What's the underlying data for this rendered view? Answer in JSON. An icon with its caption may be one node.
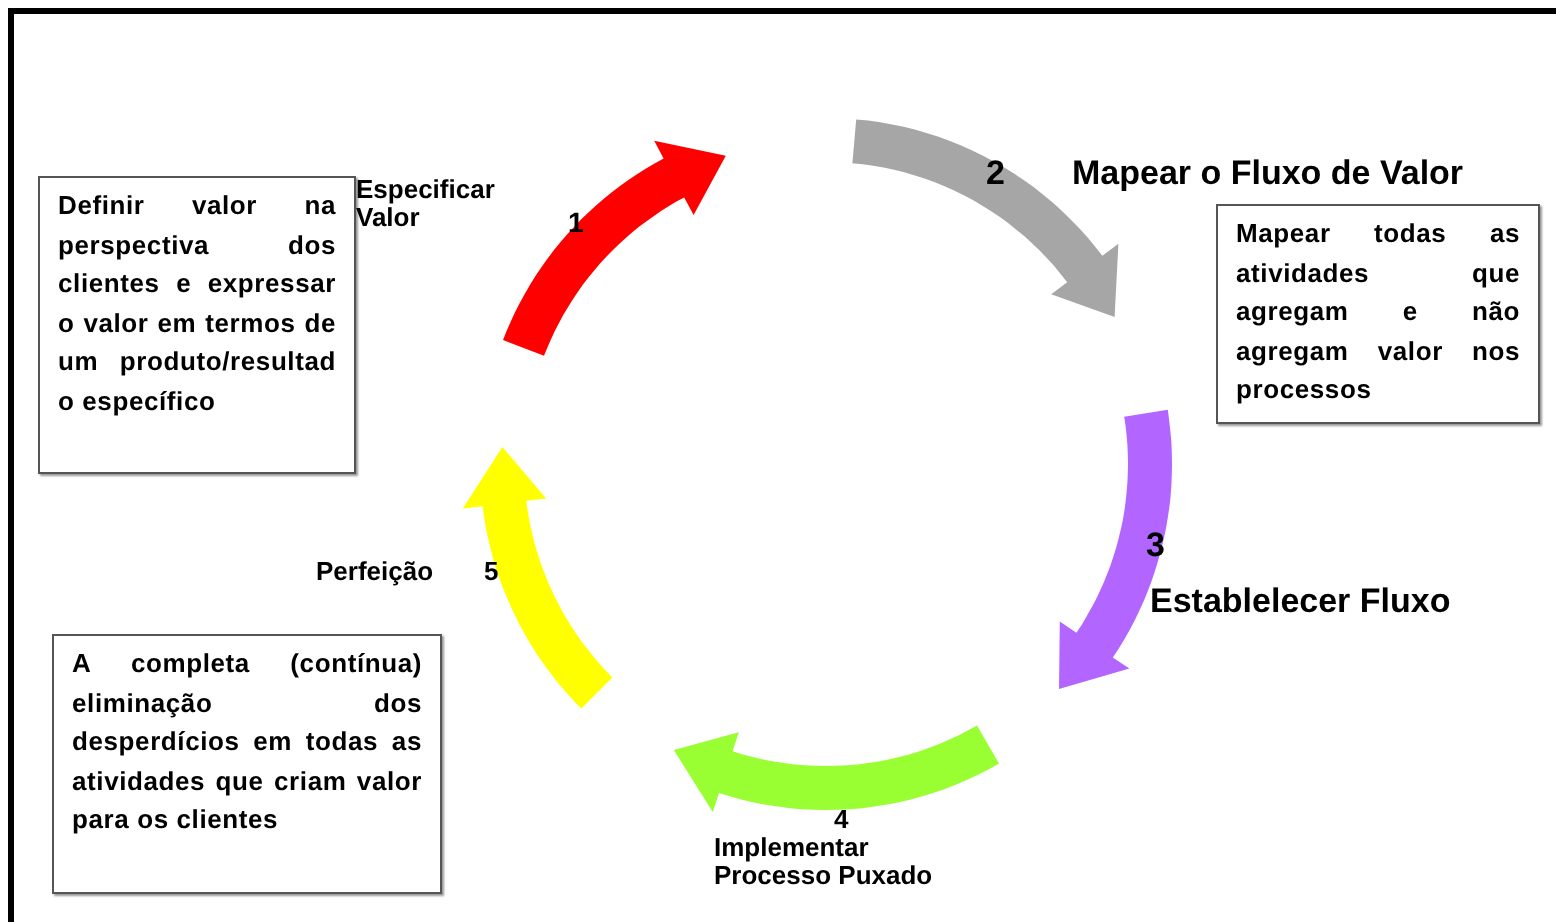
{
  "diagram": {
    "nodes": [
      {
        "text": [
          "Definir valor na perspectiva dos clientes e expressar o valor em termos de um produto/resultad o específico"
        ],
        "beside": [
          "Especificar Valor"
        ]
      },
      {
        "text": [
          "Mapear todas as atividades que agregam e não agregam valor nos processos"
        ],
        "beside": [
          "Mapear o Fluxo de Valor"
        ]
      },
      {
        "text": [
          "A completa (contínua) eliminação dos desperdícios em todas as atividades que criam valor para os clientes"
        ],
        "beside": [
          "Perfeição"
        ]
      }
    ],
    "labels": [
      "1",
      "2",
      "3",
      "Establelecer Fluxo",
      "5",
      "4",
      "Implementar Processo Puxado"
    ]
  }
}
